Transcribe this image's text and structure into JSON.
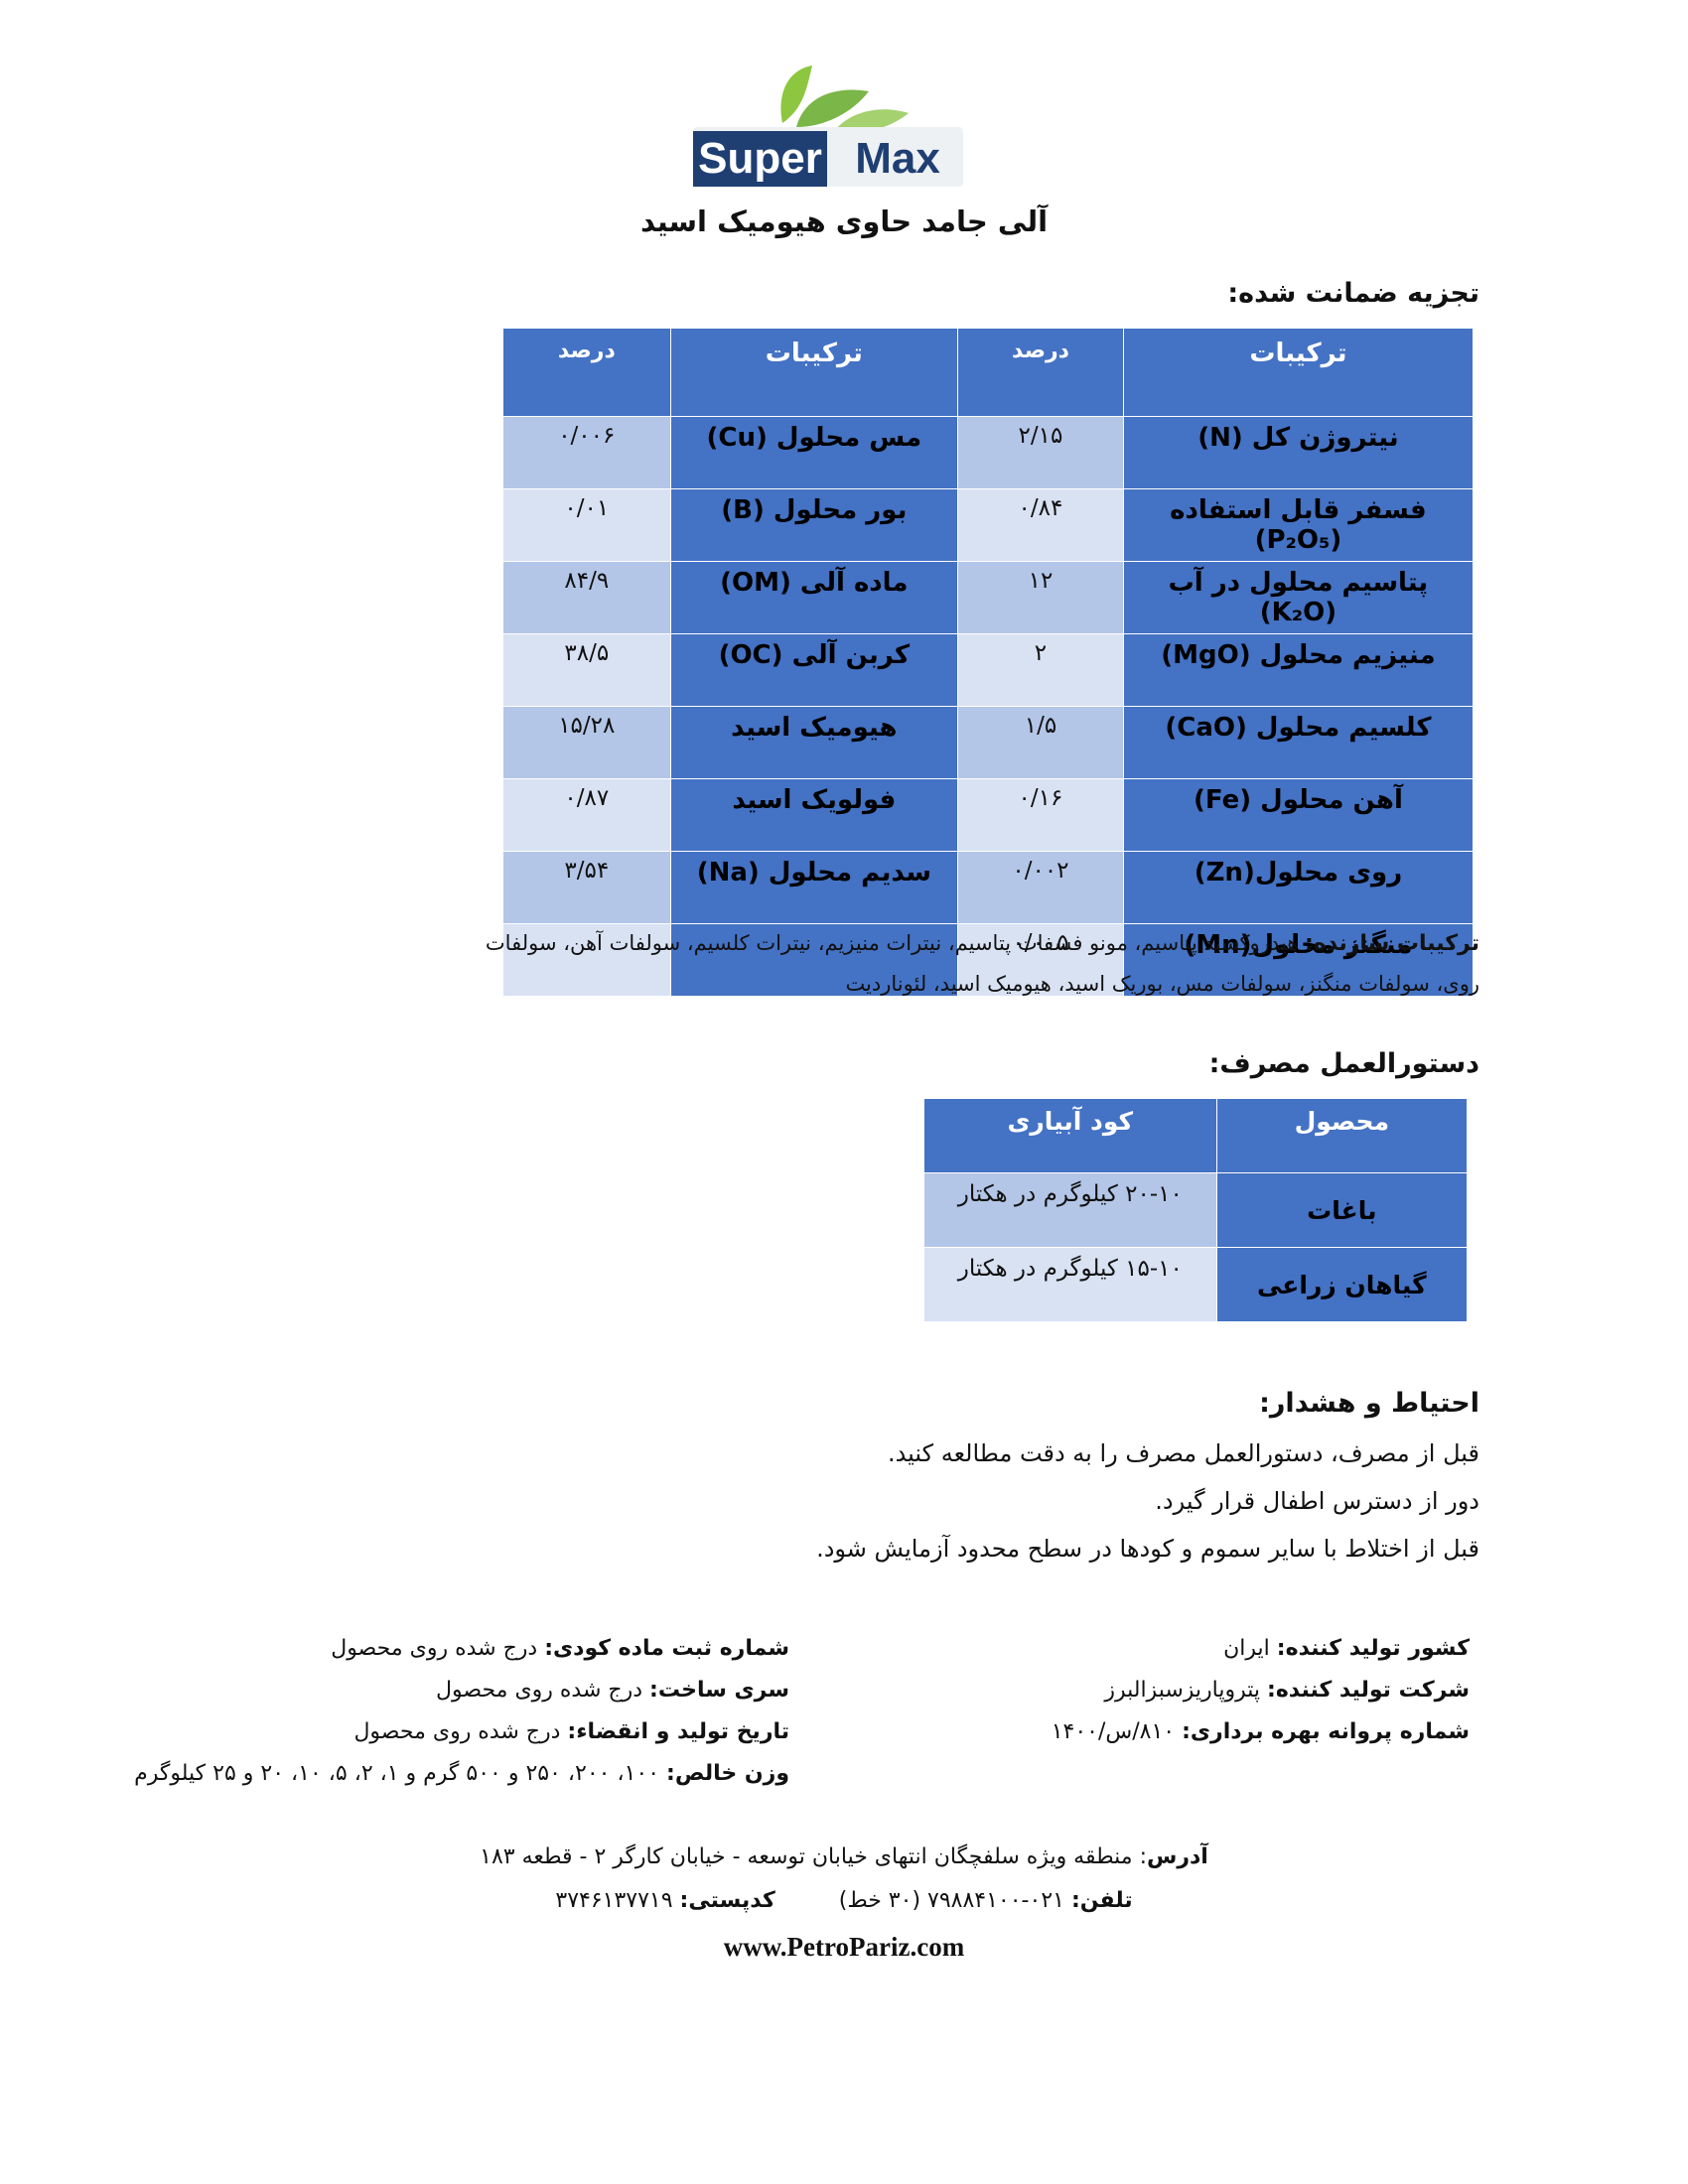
{
  "logo": {
    "word1": "Super",
    "word2": "Max"
  },
  "product_title": "آلی جامد حاوی هیومیک اسید",
  "analysis": {
    "title": "تجزیه ضمانت شده:",
    "headers": {
      "comp": "ترکیبات",
      "pct": "درصد"
    },
    "rows": [
      {
        "name1": "نیتروژن کل (N)",
        "val1": "۲/۱۵",
        "name2": "مس محلول (Cu)",
        "val2": "۰/۰۰۶"
      },
      {
        "name1": "فسفر قابل استفاده (P₂O₅)",
        "val1": "۰/۸۴",
        "name2": "بور محلول (B)",
        "val2": "۰/۰۱"
      },
      {
        "name1": "پتاسیم محلول در آب (K₂O)",
        "val1": "۱۲",
        "name2": "ماده آلی (OM)",
        "val2": "۸۴/۹"
      },
      {
        "name1": "منیزیم محلول (MgO)",
        "val1": "۲",
        "name2": "کربن آلی (OC)",
        "val2": "۳۸/۵"
      },
      {
        "name1": "کلسیم محلول (CaO)",
        "val1": "۱/۵",
        "name2": "هیومیک اسید",
        "val2": "۱۵/۲۸"
      },
      {
        "name1": "آهن محلول (Fe)",
        "val1": "۰/۱۶",
        "name2": "فولویک اسید",
        "val2": "۰/۸۷"
      },
      {
        "name1": "روی محلول(Zn)",
        "val1": "۰/۰۰۲",
        "name2": "سدیم محلول (Na)",
        "val2": "۳/۵۴"
      },
      {
        "name1": "منگنز محلول(Mn)",
        "val1": "۰/۰۰۵",
        "name2": "",
        "val2": ""
      }
    ]
  },
  "ingredients": {
    "label": "ترکیبات سازنده:",
    "text": " هیدروکسید پتاسیم، مونو فسفات پتاسیم، نیترات منیزیم، نیترات کلسیم، سولفات آهن، سولفات روی، سولفات منگنز، سولفات مس، بوریک اسید، هیومیک اسید، لئوناردیت"
  },
  "usage": {
    "title": "دستورالعمل مصرف:",
    "headers": {
      "crop": "محصول",
      "rate": "کود آبیاری"
    },
    "rows": [
      {
        "crop": "باغات",
        "rate": "۲۰-۱۰ کیلوگرم در هکتار"
      },
      {
        "crop": "گیاهان زراعی",
        "rate": "۱۵-۱۰ کیلوگرم در هکتار"
      }
    ]
  },
  "caution": {
    "title": "احتیاط و هشدار:",
    "lines": [
      "قبل از مصرف، دستورالعمل مصرف را به دقت مطالعه کنید.",
      "دور از دسترس اطفال قرار گیرد.",
      "قبل از اختلاط با سایر سموم و کودها در سطح محدود آزمایش شود."
    ]
  },
  "manufacturer": {
    "country_label": "کشور تولید کننده:",
    "country": " ایران",
    "company_label": "شرکت تولید کننده:",
    "company": " پتروپاریزسبزالبرز",
    "license_label": "شماره پروانه بهره برداری:",
    "license": " ۸۱۰/س/۱۴۰۰"
  },
  "product_info": {
    "reg_label": "شماره ثبت ماده کودی:",
    "reg": " درج شده روی محصول",
    "batch_label": "سری ساخت:",
    "batch": " درج شده روی محصول",
    "date_label": "تاریخ تولید و انقضاء:",
    "date": " درج شده روی محصول",
    "weight_label": "وزن خالص:",
    "weight": " ۱۰۰، ۲۰۰، ۲۵۰ و ۵۰۰ گرم و ۱، ۲، ۵، ۱۰، ۲۰ و ۲۵ کیلوگرم"
  },
  "footer": {
    "address_label": "آدرس",
    "address": ": منطقه ویژه سلفچگان انتهای خیابان توسعه - خیابان کارگر ۲ - قطعه ۱۸۳",
    "phone_label": "تلفن:",
    "phone": " ۰۲۱-۷۹۸۸۴۱۰۰ (۳۰ خط)",
    "postal_label": "کدپستی:",
    "postal": " ۳۷۴۶۱۳۷۷۱۹",
    "website": "www.PetroPariz.com"
  },
  "colors": {
    "header_blue": "#4472c4",
    "cell_light_1": "#b4c6e7",
    "cell_light_2": "#d9e2f3",
    "logo_green": "#7ab648",
    "logo_navy": "#1f3f73"
  }
}
